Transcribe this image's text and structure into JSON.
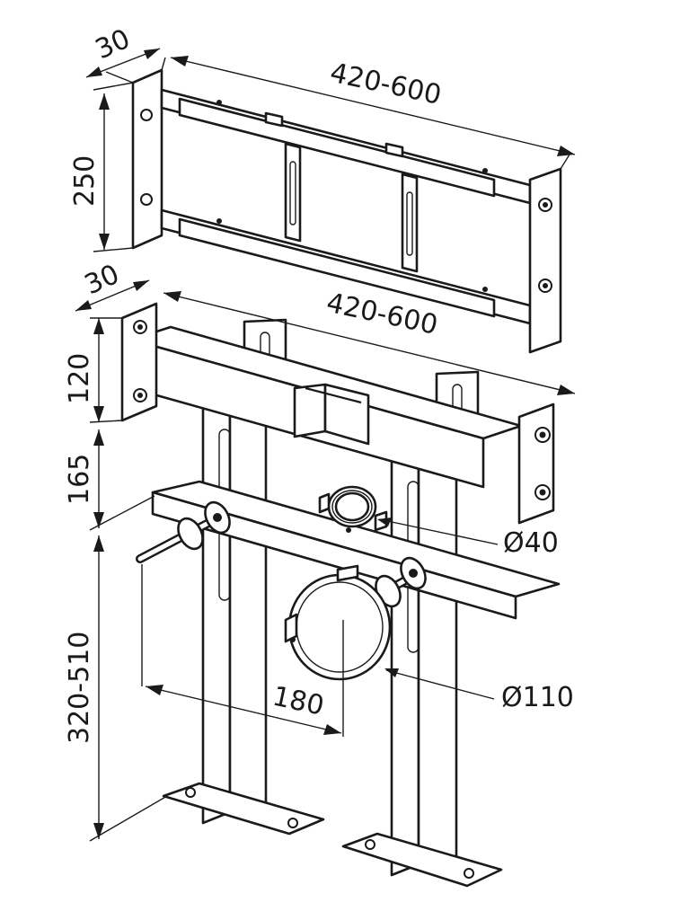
{
  "dimensions": {
    "top_depth": "30",
    "top_width": "420-600",
    "top_height": "250",
    "mid_depth": "30",
    "mid_width": "420-600",
    "mid_height": "120",
    "gap_height": "165",
    "bottom_height": "320-510",
    "inlet_spacing": "180"
  },
  "pipes": {
    "small": "Ø40",
    "large": "Ø110"
  }
}
